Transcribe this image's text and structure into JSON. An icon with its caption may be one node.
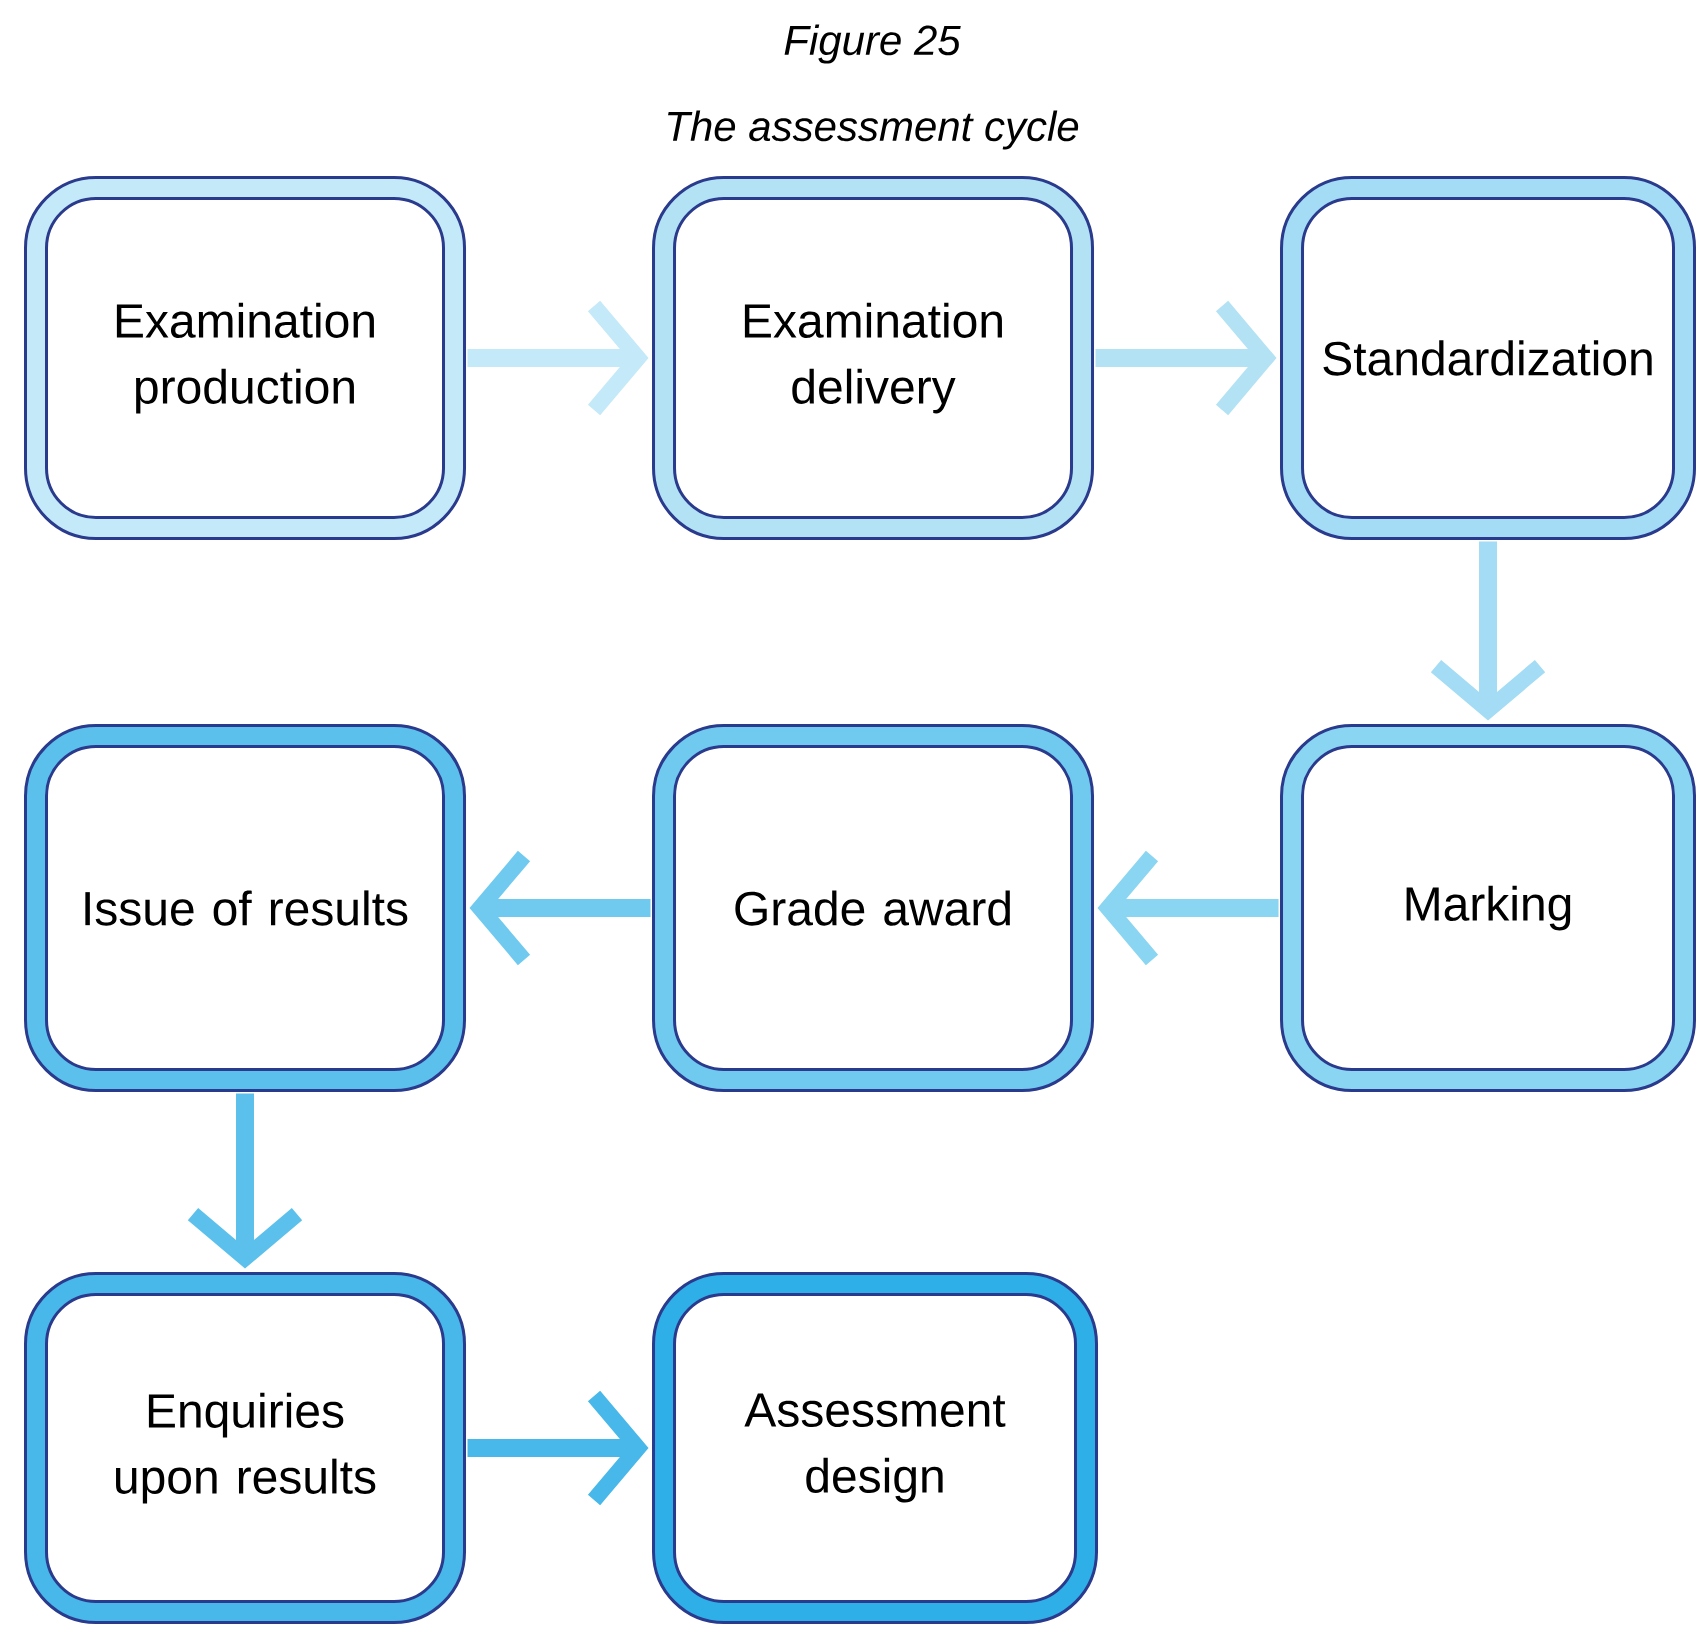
{
  "diagram": {
    "title": "Figure 25",
    "caption": "The assessment cycle",
    "nodes": [
      {
        "text": [
          "Examination production"
        ]
      },
      {
        "text": [
          "Examination delivery"
        ]
      },
      {
        "text": [
          "Standardization"
        ]
      },
      {
        "text": [
          "Marking"
        ]
      },
      {
        "text": [
          "Grade award"
        ]
      },
      {
        "text": [
          "Issue of results"
        ]
      },
      {
        "text": [
          "Enquiries upon results"
        ]
      },
      {
        "text": [
          "Assessment design"
        ]
      }
    ],
    "edges": [
      {
        "from": 0,
        "to": 1,
        "arrow": "to",
        "color": "#c4e9f8"
      },
      {
        "from": 1,
        "to": 2,
        "arrow": "to",
        "color": "#b3e2f5"
      },
      {
        "from": 2,
        "to": 3,
        "arrow": "to",
        "color": "#a3dcf4"
      },
      {
        "from": 3,
        "to": 4,
        "arrow": "to",
        "color": "#8ad5f2"
      },
      {
        "from": 4,
        "to": 5,
        "arrow": "to",
        "color": "#70caf0"
      },
      {
        "from": 5,
        "to": 6,
        "arrow": "to",
        "color": "#5cc0ec"
      },
      {
        "from": 6,
        "to": 7,
        "arrow": "to",
        "color": "#48b7ea"
      }
    ]
  }
}
